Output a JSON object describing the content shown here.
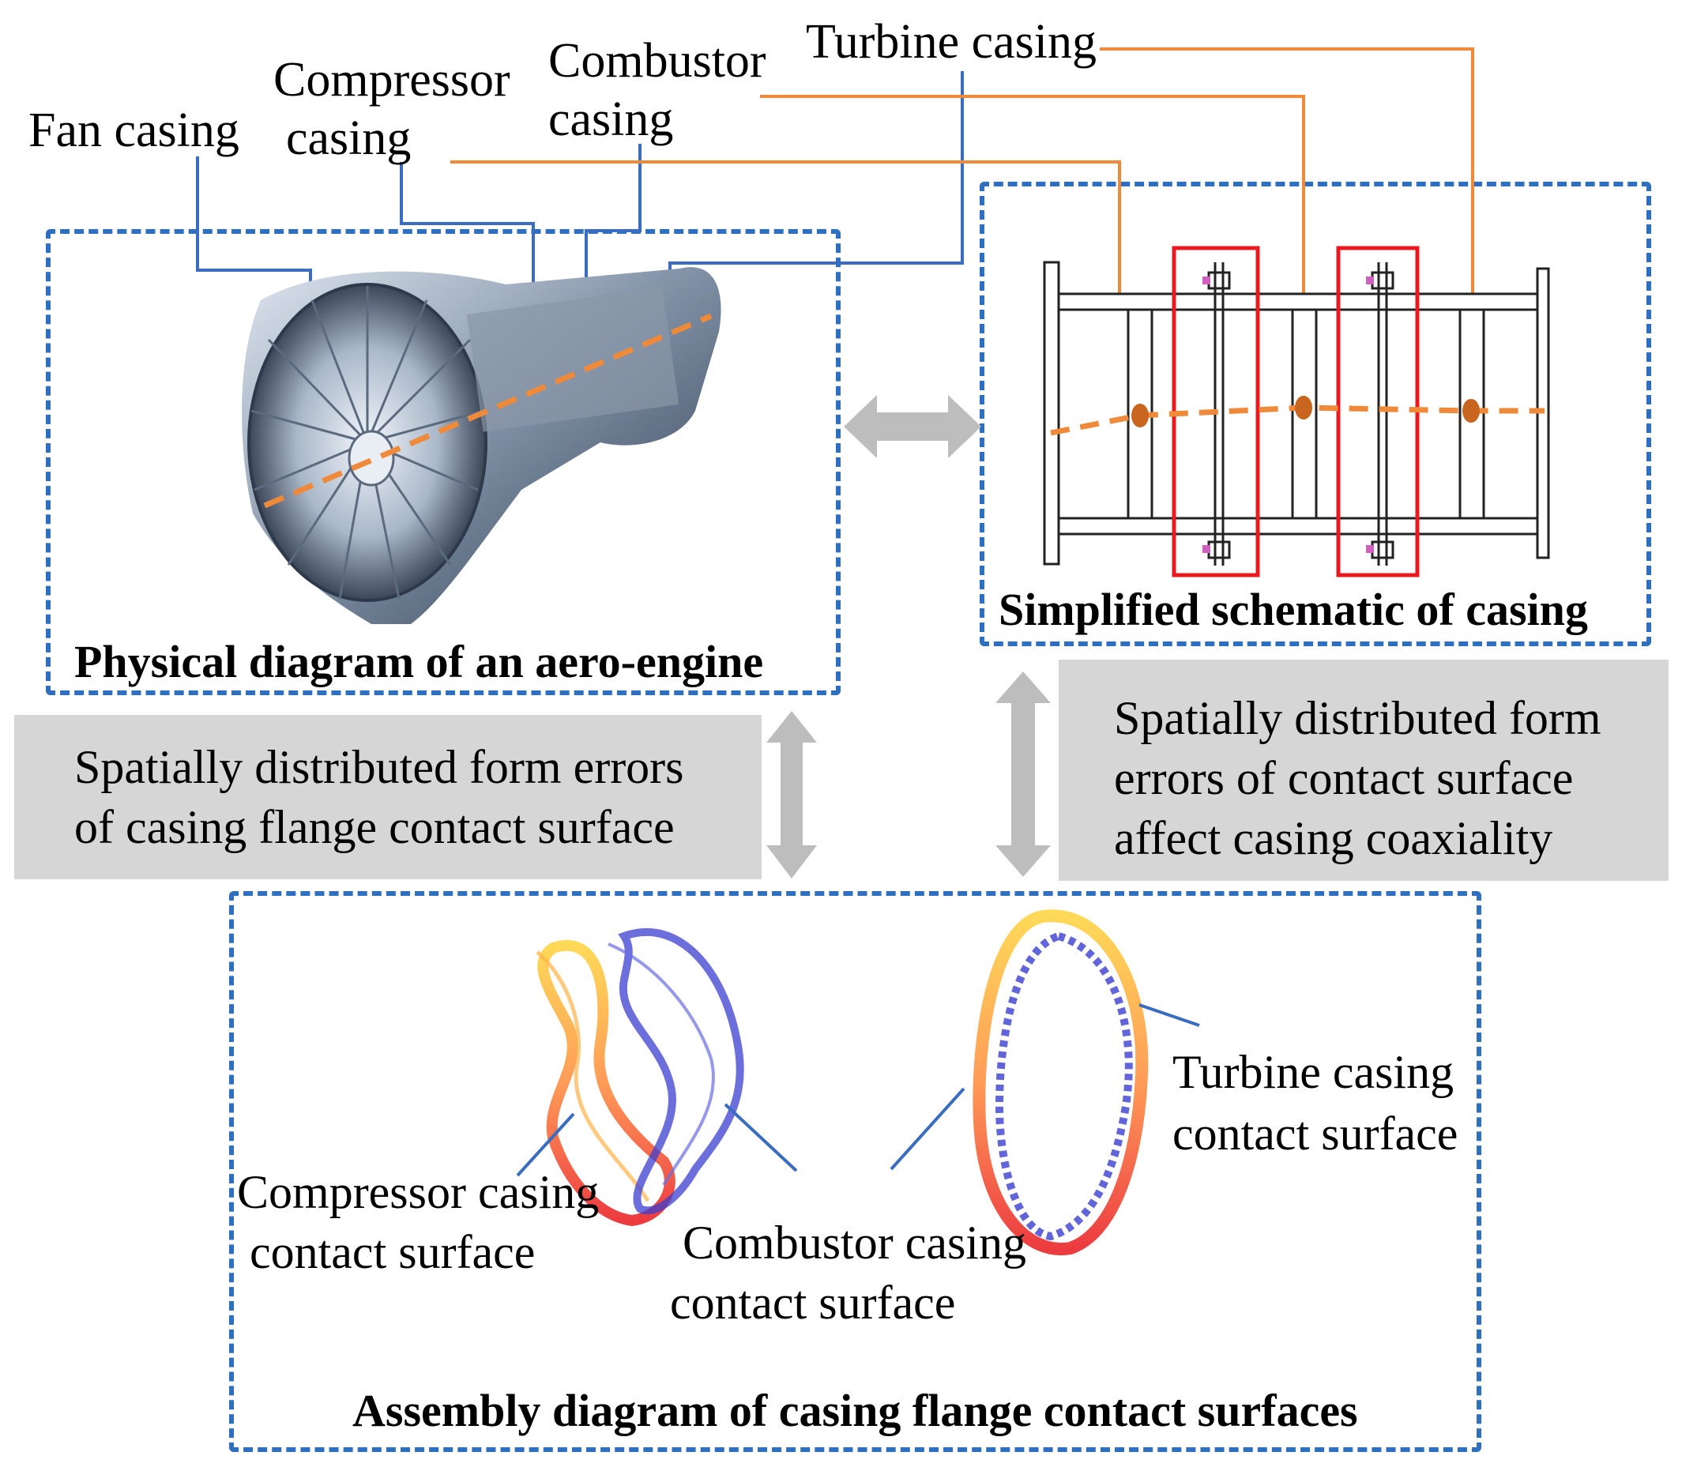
{
  "labels": {
    "fan_casing": "Fan casing",
    "compressor_casing_l1": "Compressor",
    "compressor_casing_l2": "casing",
    "combustor_casing_l1": "Combustor",
    "combustor_casing_l2": "casing",
    "turbine_casing": "Turbine casing"
  },
  "boxes": {
    "physical_title": "Physical diagram of an aero-engine",
    "schematic_title": "Simplified schematic of casing",
    "assembly_title": "Assembly diagram of casing flange contact surfaces"
  },
  "notes": {
    "left_l1": "Spatially distributed form errors",
    "left_l2": "of casing flange contact surface",
    "right_l1": "Spatially distributed form",
    "right_l2": "errors of contact surface",
    "right_l3": "affect casing coaxiality"
  },
  "surface_labels": {
    "compressor_l1": "Compressor casing",
    "compressor_l2": "contact surface",
    "combustor_l1": "Combustor casing",
    "combustor_l2": "contact surface",
    "turbine_l1": "Turbine casing",
    "turbine_l2": "contact surface"
  },
  "colors": {
    "box_border": "#2f6fbf",
    "leader_blue": "#3a6cc2",
    "leader_orange": "#ef8a3a",
    "highlight_red": "#e8191f",
    "note_fill": "#d6d6d6",
    "arrow_gray": "#bdbdbd"
  }
}
